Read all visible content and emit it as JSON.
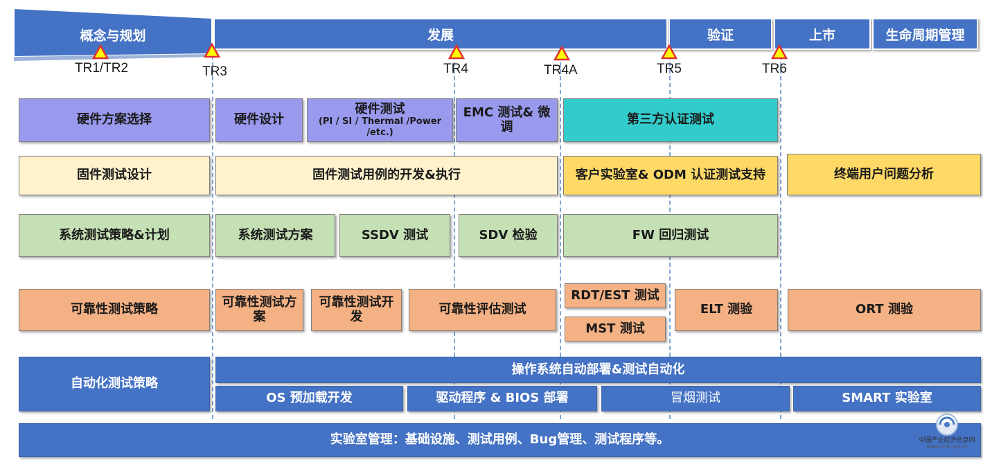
{
  "phases": {
    "concept": "概念与规划",
    "develop": "发展",
    "verify": "验证",
    "launch": "上市",
    "lifecycle": "生命周期管理"
  },
  "milestones": [
    "TR1/TR2",
    "TR3",
    "TR4",
    "TR4A",
    "TR5",
    "TR6"
  ],
  "hardware": {
    "scheme": "硬件方案选择",
    "design": "硬件设计",
    "test_title": "硬件测试",
    "test_detail": "(PI / SI / Thermal /Power /etc.)",
    "emc": "EMC 测试& 微调",
    "third_party": "第三方认证测试"
  },
  "firmware": {
    "design": "固件测试设计",
    "dev_exec": "固件测试用例的开发&执行",
    "customer": "客户实验室& ODM 认证测试支持",
    "enduser": "终端用户问题分析"
  },
  "system": {
    "strategy": "系统测试策略&计划",
    "plan": "系统测试方案",
    "ssdv": "SSDV 测试",
    "sdv": "SDV 检验",
    "fw_regress": "FW 回归测试"
  },
  "reliability": {
    "strategy": "可靠性测试策略",
    "plan": "可靠性测试方案",
    "dev": "可靠性测试开发",
    "eval": "可靠性评估测试",
    "rdt": "RDT/EST 测试",
    "mst": "MST  测试",
    "elt": "ELT 测验",
    "ort": "ORT 测验"
  },
  "automation": {
    "strategy": "自动化测试策略",
    "deploy": "操作系统自动部署&测试自动化",
    "os_preload": "OS 预加载开发",
    "driver_bios": "驱动程序 & BIOS 部署",
    "smoke": "冒烟测试",
    "smart_lab": "SMART 实验室"
  },
  "lab": {
    "management": "实验室管理：基础设施、测试用例、Bug管理、测试程序等。"
  },
  "watermark": {
    "name": "中国产业经济信息网",
    "url": "www.cinic.org.cn"
  }
}
